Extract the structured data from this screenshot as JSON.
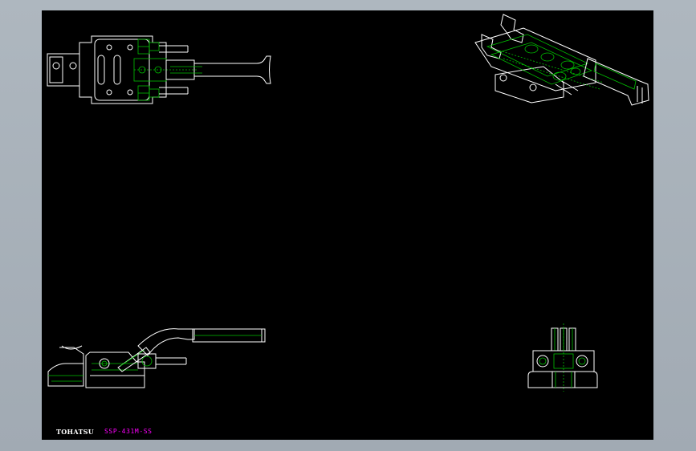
{
  "drawing": {
    "brand": "TOHATSU",
    "model": "SSP-431M-SS",
    "views": [
      {
        "id": "top-view"
      },
      {
        "id": "isometric-view"
      },
      {
        "id": "side-view"
      },
      {
        "id": "front-view"
      }
    ]
  },
  "colors": {
    "background": "#000000",
    "outline": "#ffffff",
    "detail": "#00c000",
    "model_label": "#ff00ff",
    "viewer_frame": "#a7b0b8"
  }
}
